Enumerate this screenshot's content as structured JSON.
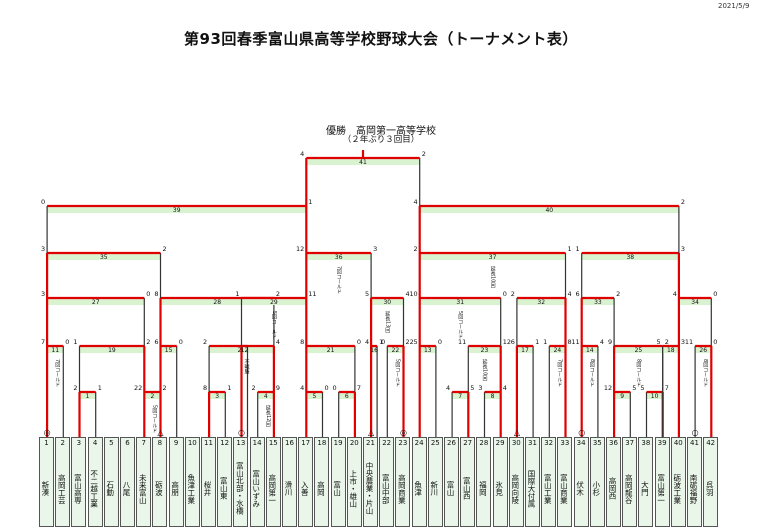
{
  "header": {
    "date": "2021/5/9",
    "title": "第93回春季富山県高等学校野球大会（トーナメント表）"
  },
  "result": {
    "champion": "優勝　高岡第一高等学校",
    "note": "（２年ぶり３回目）"
  },
  "schools": [
    {
      "seed": "1",
      "name": "新湊"
    },
    {
      "seed": "2",
      "name": "高岡工芸"
    },
    {
      "seed": "3",
      "name": "富山高専"
    },
    {
      "seed": "4",
      "name": "不二越工業"
    },
    {
      "seed": "5",
      "name": "石動"
    },
    {
      "seed": "6",
      "name": "八尾"
    },
    {
      "seed": "7",
      "name": "未来富山"
    },
    {
      "seed": "8",
      "name": "砺波"
    },
    {
      "seed": "9",
      "name": "高朋"
    },
    {
      "seed": "10",
      "name": "魚津工業"
    },
    {
      "seed": "11",
      "name": "桜井"
    },
    {
      "seed": "12",
      "name": "富山東"
    },
    {
      "seed": "13",
      "name": "富山北部・水橋"
    },
    {
      "seed": "14",
      "name": "富山いずみ"
    },
    {
      "seed": "15",
      "name": "高岡第一"
    },
    {
      "seed": "16",
      "name": "滑川"
    },
    {
      "seed": "17",
      "name": "入善"
    },
    {
      "seed": "18",
      "name": "高岡"
    },
    {
      "seed": "19",
      "name": "富山"
    },
    {
      "seed": "20",
      "name": "上市・雄山"
    },
    {
      "seed": "21",
      "name": "中央農業・片山"
    },
    {
      "seed": "22",
      "name": "富山中部"
    },
    {
      "seed": "23",
      "name": "高岡商業"
    },
    {
      "seed": "24",
      "name": "魚津"
    },
    {
      "seed": "25",
      "name": "新川"
    },
    {
      "seed": "26",
      "name": "富山"
    },
    {
      "seed": "27",
      "name": "富山西"
    },
    {
      "seed": "28",
      "name": "福岡"
    },
    {
      "seed": "29",
      "name": "氷見"
    },
    {
      "seed": "30",
      "name": "高岡向陵"
    },
    {
      "seed": "31",
      "name": "国際大付属"
    },
    {
      "seed": "32",
      "name": "富山工業"
    },
    {
      "seed": "33",
      "name": "富山商業"
    },
    {
      "seed": "34",
      "name": "伏木"
    },
    {
      "seed": "35",
      "name": "小杉"
    },
    {
      "seed": "36",
      "name": "高岡西"
    },
    {
      "seed": "37",
      "name": "高岡龍谷"
    },
    {
      "seed": "38",
      "name": "大門"
    },
    {
      "seed": "39",
      "name": "富山第一"
    },
    {
      "seed": "40",
      "name": "砺波工業"
    },
    {
      "seed": "41",
      "name": "南砺福野"
    },
    {
      "seed": "42",
      "name": "呉羽"
    }
  ],
  "games": {
    "final": {
      "no": "41",
      "left_score": "4",
      "right_score": "2"
    },
    "semis": [
      {
        "no": "39",
        "left_score": "0",
        "right_score": "1"
      },
      {
        "no": "40",
        "left_score": "4",
        "right_score": "2"
      }
    ],
    "quarters": [
      {
        "no": "35",
        "left_score": "3",
        "right_score": "2"
      },
      {
        "no": "36",
        "left_score": "12",
        "right_score": "3",
        "note": "7回コールド"
      },
      {
        "no": "37",
        "left_score": "2",
        "right_score": "1",
        "note": "延長10回"
      },
      {
        "no": "38",
        "left_score": "1",
        "right_score": "3"
      }
    ],
    "round3": [
      {
        "no": "27",
        "l": "3",
        "r": "0"
      },
      {
        "no": "28",
        "l": "8",
        "r": "2"
      },
      {
        "no": "29",
        "l": "1",
        "r": "11",
        "note": "5回コールド"
      },
      {
        "no": "30",
        "l": "5",
        "r": "4",
        "note": "延長13回"
      },
      {
        "no": "31",
        "l": "10",
        "r": "0",
        "note": "5回コールド"
      },
      {
        "no": "32",
        "l": "2",
        "r": "4"
      },
      {
        "no": "33",
        "l": "6",
        "r": "2"
      },
      {
        "no": "34",
        "l": "4",
        "r": "0"
      }
    ],
    "round2": [
      {
        "no": "11",
        "l": "7",
        "r": "0",
        "note": "7回コールド"
      },
      {
        "no": "19",
        "l": "1",
        "r": "2"
      },
      {
        "no": "15",
        "l": "6",
        "r": "0"
      },
      {
        "no": "20",
        "l": "2",
        "r": "4"
      },
      {
        "no": "12",
        "l": "",
        "r": "",
        "note": "不戦勝"
      },
      {
        "no": "21",
        "l": "8",
        "r": "0"
      },
      {
        "no": "16",
        "l": "4",
        "r": "1"
      },
      {
        "no": "22",
        "l": "0",
        "r": "22",
        "note": "5回コールド"
      },
      {
        "no": "13",
        "l": "5",
        "r": "0"
      },
      {
        "no": "23",
        "l": "11",
        "r": "12",
        "note": "延長10回"
      },
      {
        "no": "17",
        "l": "6",
        "r": "1"
      },
      {
        "no": "24",
        "l": "1",
        "r": "8",
        "note": "7回コールド"
      },
      {
        "no": "14",
        "l": "11",
        "r": "4",
        "note": "8回コールド"
      },
      {
        "no": "25",
        "l": "9",
        "r": "2",
        "note": "8回コールド"
      },
      {
        "no": "18",
        "l": "5",
        "r": "3"
      },
      {
        "no": "26",
        "l": "11",
        "r": "0",
        "note": "8回コールド"
      }
    ],
    "round1": [
      {
        "no": "1",
        "l": "2",
        "r": "1"
      },
      {
        "no": "2",
        "l": "22",
        "r": "2",
        "note": "5回コールド"
      },
      {
        "no": "3",
        "l": "8",
        "r": "1"
      },
      {
        "no": "4",
        "l": "2",
        "r": "9",
        "note": "延長12回"
      },
      {
        "no": "5",
        "l": "4",
        "r": "0"
      },
      {
        "no": "6",
        "l": "0",
        "r": "7"
      },
      {
        "no": "7",
        "l": "4",
        "r": "5"
      },
      {
        "no": "8",
        "l": "3",
        "r": "4"
      },
      {
        "no": "9",
        "l": "12",
        "r": "5"
      },
      {
        "no": "10",
        "l": "5",
        "r": "7"
      }
    ]
  },
  "markers": {
    "circle": "○",
    "triangle": "△",
    "double_circle": "◎"
  },
  "colors": {
    "winner_line": "#e00000",
    "loser_line": "#333333",
    "game_box": "#d9f2d0"
  }
}
